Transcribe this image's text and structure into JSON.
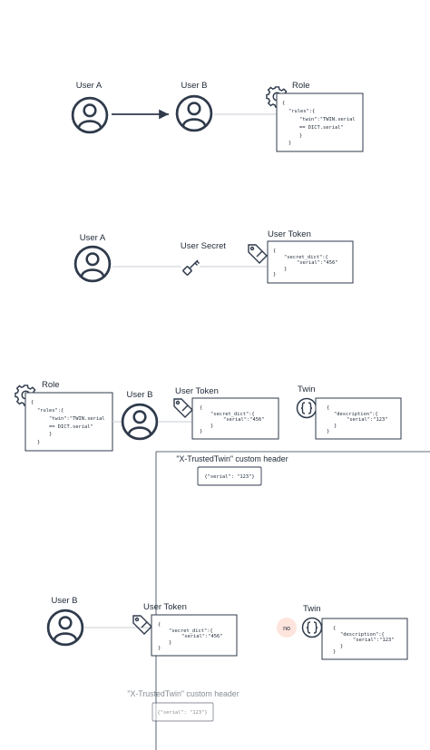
{
  "colors": {
    "ink": "#2f3a4b",
    "line": "#c9ced6",
    "no_badge_bg": "#fde4dc"
  },
  "scene1": {
    "user_a": "User A",
    "user_b": "User B",
    "role_title": "Role",
    "role_code": [
      "{",
      "\"rules\":{",
      "\"twin\":\"TWIN.serial",
      "== DICT.serial\"",
      "}",
      "}"
    ]
  },
  "scene2": {
    "user_a": "User A",
    "secret_label": "User Secret",
    "token_title": "User Token",
    "token_code": [
      "{",
      "\"secret_dict\":{",
      "\"serial\":\"456\"",
      "}",
      "}"
    ]
  },
  "scene3": {
    "role_title": "Role",
    "role_code": [
      "{",
      "\"rules\":{",
      "\"twin\":\"TWIN.serial",
      "== DICT.serial\"",
      "}",
      "}"
    ],
    "user_b": "User B",
    "token_title": "User Token",
    "token_code": [
      "{",
      "\"secret_dict\":{",
      "\"serial\":\"456\"",
      "}",
      "}"
    ],
    "twin_title": "Twin",
    "twin_code": [
      "{",
      "\"description\":{",
      "\"serial\":\"123\"",
      "}",
      "}"
    ],
    "header_label": "\"X-TrustedTwin\" custom header",
    "header_value": "{\"serial\": \"123\"}"
  },
  "scene4": {
    "user_b": "User B",
    "token_title": "User Token",
    "token_code": [
      "{",
      "\"secret_dict\":{",
      "\"serial\":\"456\"",
      "}",
      "}"
    ],
    "no_badge": "no",
    "twin_title": "Twin",
    "twin_code": [
      "{",
      "\"description\":{",
      "\"serial\":\"123\"",
      "}",
      "}"
    ],
    "header_label": "\"X-TrustedTwin\" custom header",
    "header_value": "{\"serial\": \"123\"}"
  }
}
